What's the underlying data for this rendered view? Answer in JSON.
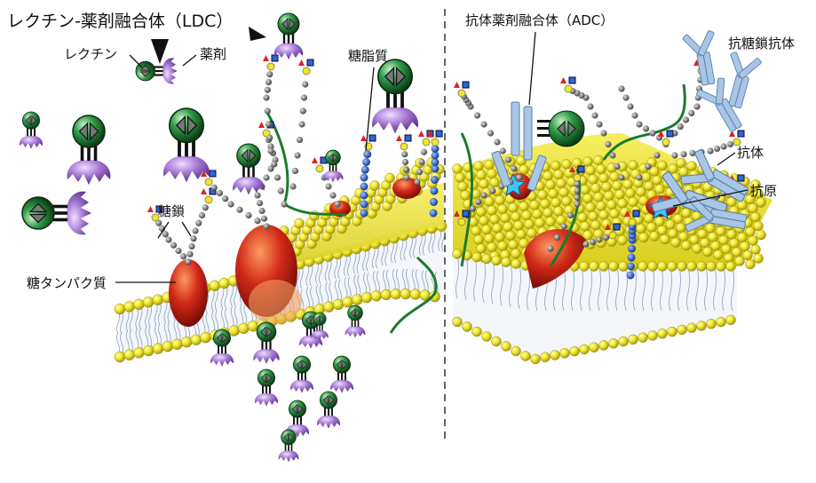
{
  "labels": {
    "ldc_title": "レクチン-薬剤融合体（LDC）",
    "lectin": "レクチン",
    "drug": "薬剤",
    "glycolipid": "糖脂質",
    "glycan": "糖鎖",
    "glycoprotein": "糖タンパク質",
    "adc_title": "抗体薬剤融合体（ADC）",
    "anti_glycan_antibody": "抗糖鎖抗体",
    "antibody": "抗体",
    "antigen": "抗原"
  },
  "colors": {
    "lipid_head": "#f2ea2a",
    "drug_green": "#1f8a3a",
    "lectin_purple": "#9a6cc8",
    "glycoprotein_red": "#c8281a",
    "antibody_blue": "#a9c6e6",
    "sugar_chain_gray": "#707070",
    "glycolipid_blue": "#2451b8"
  }
}
